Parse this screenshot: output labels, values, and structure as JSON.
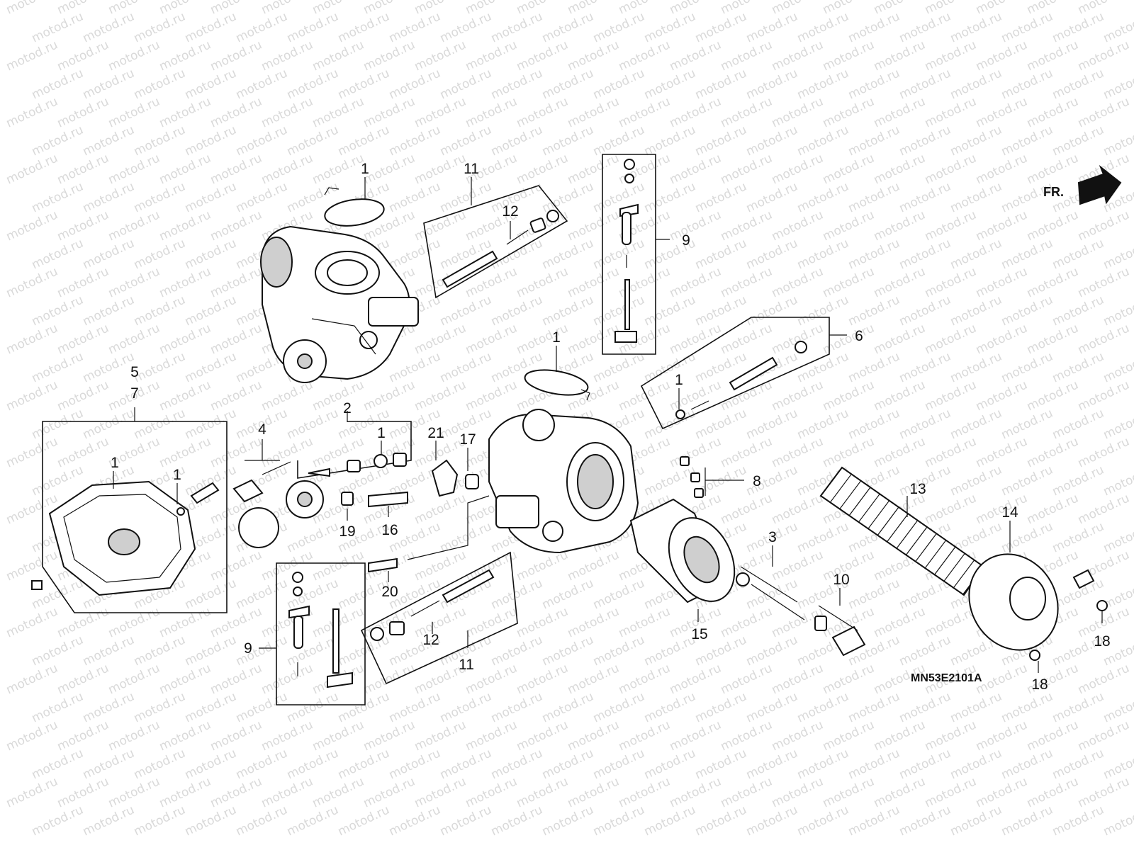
{
  "watermark": {
    "text": "motod.ru",
    "color": "#d9d9d9"
  },
  "diagram_code": "MN53E2101A",
  "front_indicator": {
    "label": "FR."
  },
  "callouts": {
    "c1_top": "1",
    "c11_top": "11",
    "c12_top": "12",
    "c9_right": "9",
    "c6": "6",
    "c1_right": "1",
    "c1_mid": "1",
    "c5": "5",
    "c7": "7",
    "c1_left_a": "1",
    "c1_left_b": "1",
    "c2": "2",
    "c1_b": "1",
    "c4": "4",
    "c21": "21",
    "c17": "17",
    "c19": "19",
    "c16": "16",
    "c20": "20",
    "c8": "8",
    "c13": "13",
    "c14": "14",
    "c3": "3",
    "c10": "10",
    "c15": "15",
    "c9_left": "9",
    "c12_bottom": "12",
    "c11_bottom": "11",
    "c18_a": "18",
    "c18_b": "18"
  }
}
